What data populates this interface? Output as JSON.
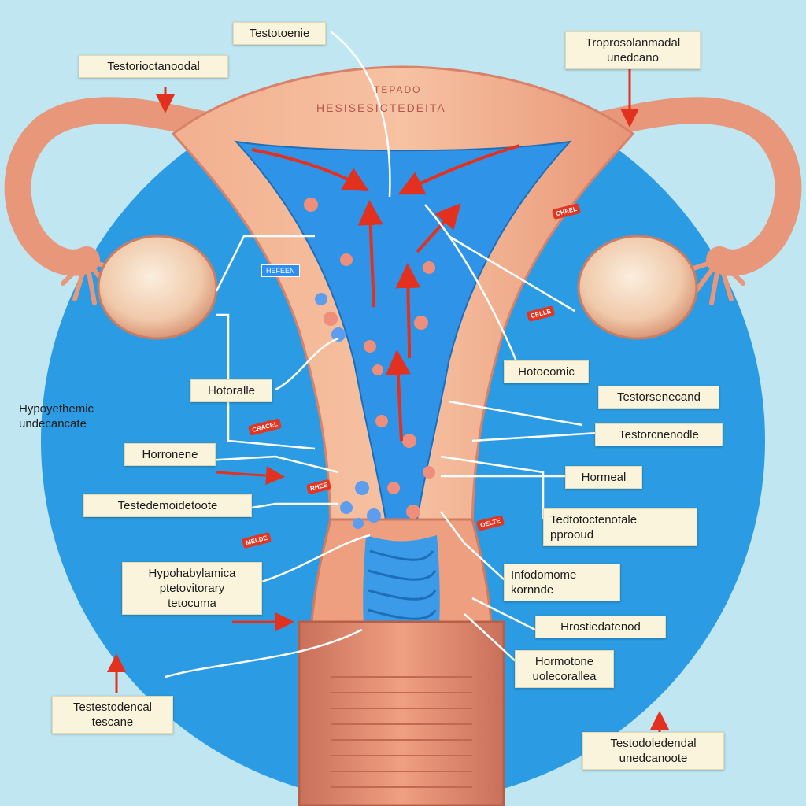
{
  "organ_text": {
    "line1": "TEPADO",
    "line2": "HESISESICTEDEITA"
  },
  "labels": {
    "top_center": "Testotoenie",
    "top_left": "Testorioctanoodal",
    "top_right": "Troprosolanmadal\nunedcano",
    "left_1": "Hypoyethemic\nundecancate",
    "left_2": "Hotoralle",
    "left_3": "Horronene",
    "left_4": "Testedemoidetoote",
    "left_5": "Hypohabylamica\nptetovitorary\ntetocuma",
    "bottom_left": "Testestodencal\ntescane",
    "right_1": "Hotoeomic",
    "right_2": "Testorsenecand",
    "right_3": "Testorcnenodle",
    "right_4": "Hormeal",
    "right_5": "Tedtotoctenotale\npprooud",
    "right_6": "Infodomome\nkornnde",
    "right_7": "Hrostiedatenod",
    "right_8": "Hormotone\nuolecorallea",
    "bottom_right": "Testodoledendal\nunedcanoote"
  },
  "tags": {
    "blue_tag": "HEFEEN",
    "red_tag_1": "CHEEL",
    "red_tag_2": "CELLE",
    "red_tag_3": "CRACEL",
    "red_tag_4": "OELTE",
    "red_tag_5": "MELDE",
    "red_tag_6": "RHEE"
  },
  "colors": {
    "background": "#bfe6f1",
    "circle": "#2b9ce3",
    "tissue": "#eda583",
    "tissue_dark": "#d9826a",
    "cavity": "#2f93e8",
    "arrow": "#e3311f",
    "label_bg": "#fbf4dc"
  }
}
